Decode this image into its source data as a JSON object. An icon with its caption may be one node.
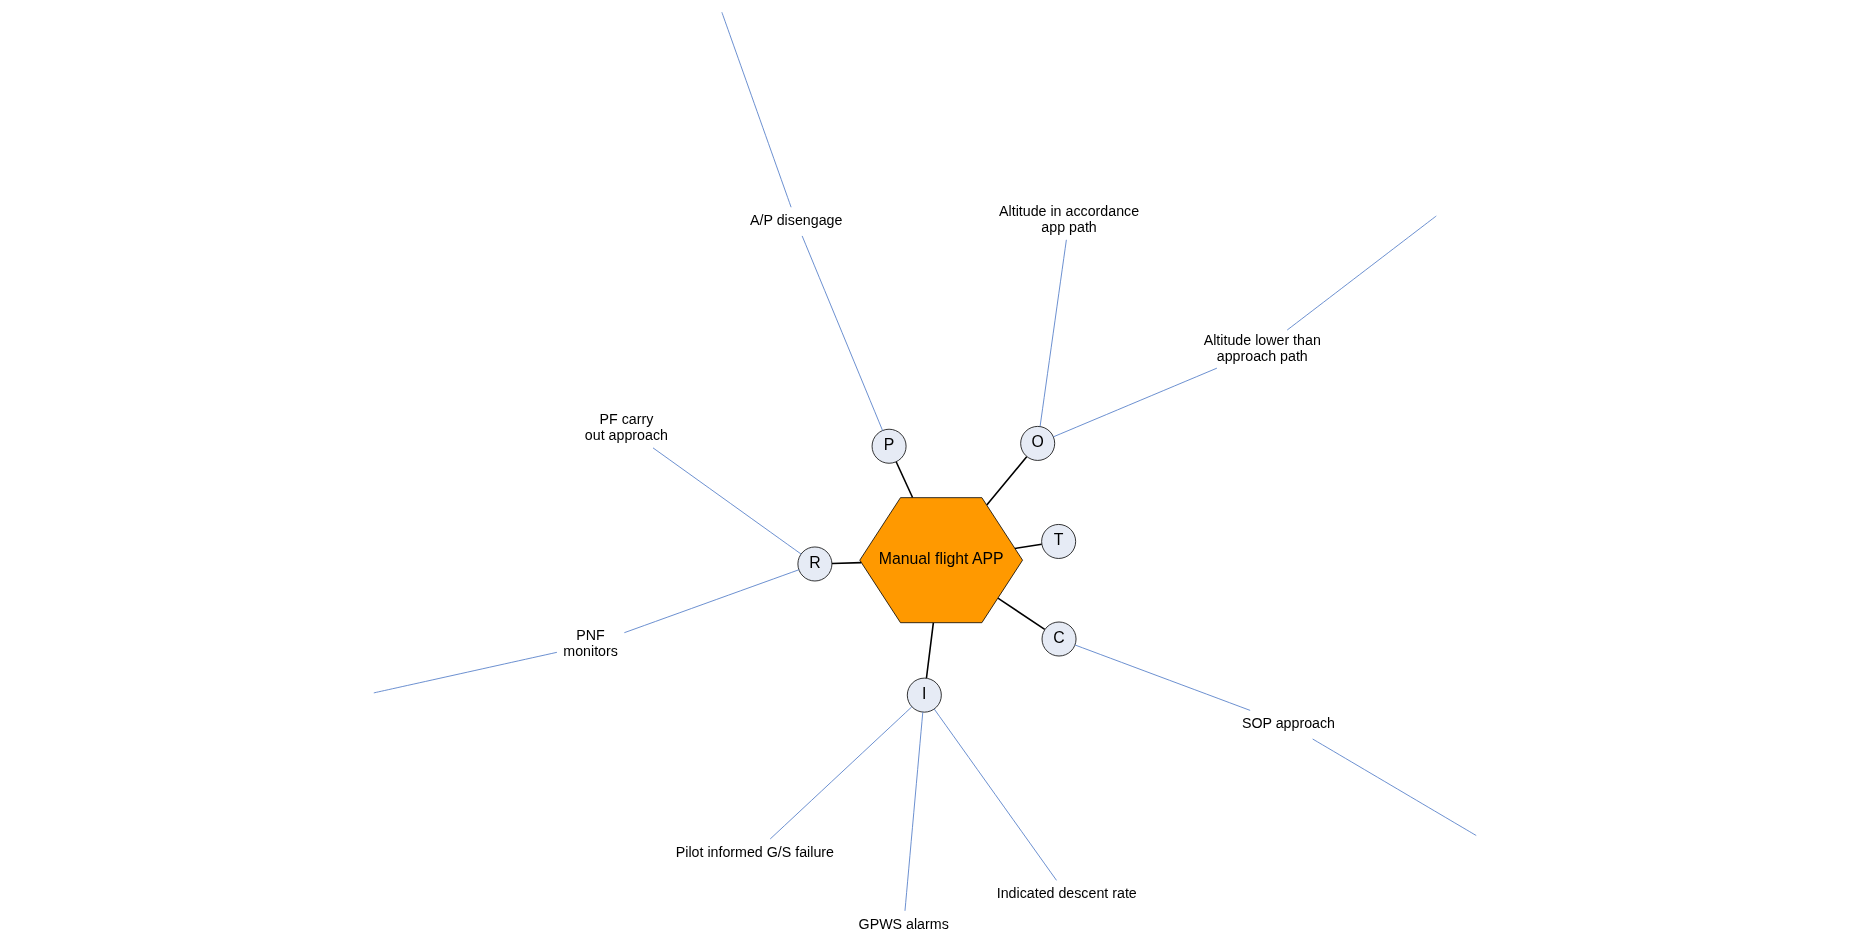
{
  "diagram": {
    "nodes": [
      {
        "text": [
          "Manual flight APP"
        ]
      },
      {
        "text": [
          "T"
        ]
      },
      {
        "text": [
          "C"
        ]
      },
      {
        "text": [
          "I"
        ]
      },
      {
        "text": [
          "O"
        ]
      },
      {
        "text": [
          "P"
        ]
      },
      {
        "text": [
          "R"
        ]
      },
      {
        "text": [
          "SOP approach"
        ]
      },
      {
        "text": [
          "Pilot informed G/S failure"
        ]
      },
      {
        "text": [
          "Indicated descent rate"
        ]
      },
      {
        "text": [
          "GPWS alarms"
        ]
      },
      {
        "text": [
          "Altitude in accordance app path"
        ]
      },
      {
        "text": [
          "Altitude lower than approach path"
        ]
      },
      {
        "text": [
          "A/P disengage"
        ]
      },
      {
        "text": [
          "PF carry out approach"
        ]
      },
      {
        "text": [
          "PNF monitors"
        ]
      }
    ],
    "edges": [
      {
        "from": 0,
        "to": 1,
        "arrow": "none",
        "color": "#000000"
      },
      {
        "from": 0,
        "to": 2,
        "arrow": "none",
        "color": "#000000"
      },
      {
        "from": 0,
        "to": 3,
        "arrow": "none",
        "color": "#000000"
      },
      {
        "from": 0,
        "to": 4,
        "arrow": "none",
        "color": "#000000"
      },
      {
        "from": 0,
        "to": 5,
        "arrow": "none",
        "color": "#000000"
      },
      {
        "from": 0,
        "to": 6,
        "arrow": "none",
        "color": "#000000"
      },
      {
        "from": 2,
        "to": 7,
        "arrow": "none"
      },
      {
        "from": 7,
        "to": null,
        "arrow": "none"
      },
      {
        "from": 8,
        "to": 3,
        "arrow": "none"
      },
      {
        "from": 9,
        "to": 3,
        "arrow": "none"
      },
      {
        "from": 10,
        "to": 3,
        "arrow": "none"
      },
      {
        "from": 4,
        "to": 11,
        "arrow": "none"
      },
      {
        "from": 4,
        "to": 12,
        "arrow": "none"
      },
      {
        "from": 12,
        "to": null,
        "arrow": "none"
      },
      {
        "from": 5,
        "to": 13,
        "arrow": "none"
      },
      {
        "from": 13,
        "to": null,
        "arrow": "none"
      },
      {
        "from": 6,
        "to": 14,
        "arrow": "none"
      },
      {
        "from": 6,
        "to": 15,
        "arrow": "none"
      },
      {
        "from": 15,
        "to": null,
        "arrow": "none"
      }
    ]
  }
}
